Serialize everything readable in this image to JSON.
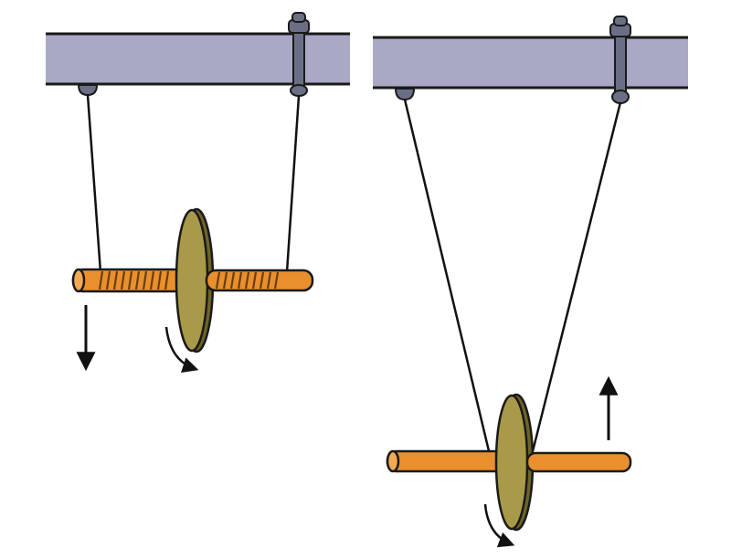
{
  "figure": {
    "description_text": "",
    "colors": {
      "beam_fill": "#a9a9c6",
      "beam_stroke": "#1a1a1a",
      "bolt_fill": "#6b6f86",
      "axle_fill": "#e8902e",
      "axle_dark": "#9a5a12",
      "disk_fill": "#a89a48",
      "disk_edge": "#6e6426",
      "string": "#111111",
      "arrow": "#111111"
    },
    "panels": [
      {
        "id": "left",
        "state": "string-wound-on-axle",
        "motion_arrow": "down",
        "rotation_arrow": "clockwise"
      },
      {
        "id": "right",
        "state": "string-unwound",
        "motion_arrow": "up",
        "rotation_arrow": "clockwise"
      }
    ]
  }
}
